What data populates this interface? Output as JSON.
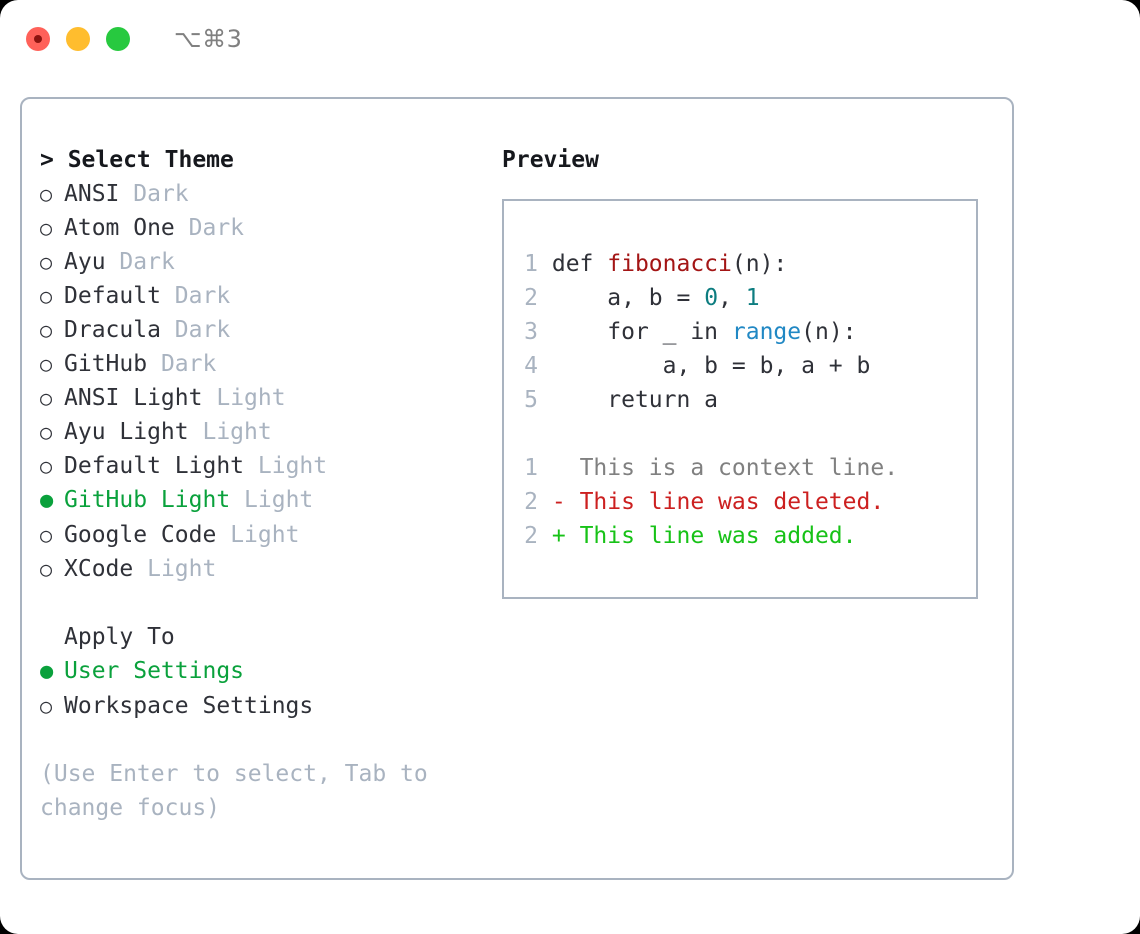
{
  "window": {
    "shortcut": "⌥⌘3",
    "traffic_lights": [
      {
        "name": "close",
        "color": "#ff6159"
      },
      {
        "name": "minimize",
        "color": "#ffbd2e"
      },
      {
        "name": "maximize",
        "color": "#27c93f"
      }
    ]
  },
  "theme_picker": {
    "prompt": "> Select Theme",
    "items": [
      {
        "bullet": "○",
        "label": "ANSI",
        "tag": "Dark",
        "selected": false
      },
      {
        "bullet": "○",
        "label": "Atom One",
        "tag": "Dark",
        "selected": false
      },
      {
        "bullet": "○",
        "label": "Ayu",
        "tag": "Dark",
        "selected": false
      },
      {
        "bullet": "○",
        "label": "Default",
        "tag": "Dark",
        "selected": false
      },
      {
        "bullet": "○",
        "label": "Dracula",
        "tag": "Dark",
        "selected": false
      },
      {
        "bullet": "○",
        "label": "GitHub",
        "tag": "Dark",
        "selected": false
      },
      {
        "bullet": "○",
        "label": "ANSI Light",
        "tag": "Light",
        "selected": false
      },
      {
        "bullet": "○",
        "label": "Ayu Light",
        "tag": "Light",
        "selected": false
      },
      {
        "bullet": "○",
        "label": "Default Light",
        "tag": "Light",
        "selected": false
      },
      {
        "bullet": "●",
        "label": "GitHub Light",
        "tag": "Light",
        "selected": true
      },
      {
        "bullet": "○",
        "label": "Google Code",
        "tag": "Light",
        "selected": false
      },
      {
        "bullet": "○",
        "label": "XCode",
        "tag": "Light",
        "selected": false
      }
    ]
  },
  "apply_to": {
    "heading": "Apply To",
    "items": [
      {
        "bullet": "●",
        "label": "User Settings",
        "selected": true
      },
      {
        "bullet": "○",
        "label": "Workspace Settings",
        "selected": false
      }
    ]
  },
  "hint": "(Use Enter to select, Tab to change focus)",
  "preview": {
    "title": "Preview",
    "code_lines": [
      {
        "n": "1",
        "tokens": [
          {
            "t": "def ",
            "c": "kw"
          },
          {
            "t": "fibonacci",
            "c": "fn"
          },
          {
            "t": "(n):",
            "c": "plain"
          }
        ]
      },
      {
        "n": "2",
        "tokens": [
          {
            "t": "    a, b = ",
            "c": "plain"
          },
          {
            "t": "0",
            "c": "num"
          },
          {
            "t": ", ",
            "c": "plain"
          },
          {
            "t": "1",
            "c": "num"
          }
        ]
      },
      {
        "n": "3",
        "tokens": [
          {
            "t": "    for _ in ",
            "c": "plain"
          },
          {
            "t": "range",
            "c": "builtin"
          },
          {
            "t": "(n):",
            "c": "plain"
          }
        ]
      },
      {
        "n": "4",
        "tokens": [
          {
            "t": "        a, b = b, a + b",
            "c": "plain"
          }
        ]
      },
      {
        "n": "5",
        "tokens": [
          {
            "t": "    return a",
            "c": "plain"
          }
        ]
      }
    ],
    "diff_lines": [
      {
        "n": "1",
        "marker": "  ",
        "text": "This is a context line.",
        "kind": "ctx"
      },
      {
        "n": "2",
        "marker": "- ",
        "text": "This line was deleted.",
        "kind": "del"
      },
      {
        "n": "2",
        "marker": "+ ",
        "text": "This line was added.",
        "kind": "add"
      }
    ]
  },
  "colors": {
    "accent_green": "#0aa13c",
    "muted": "#a9b3c0",
    "text": "#2f3138",
    "function_red": "#a31515",
    "number_teal": "#0d7d80",
    "builtin_blue": "#2188c4",
    "diff_deleted": "#cc2020",
    "diff_added": "#17c217",
    "diff_context": "#808080",
    "border": "#a9b3c0"
  }
}
